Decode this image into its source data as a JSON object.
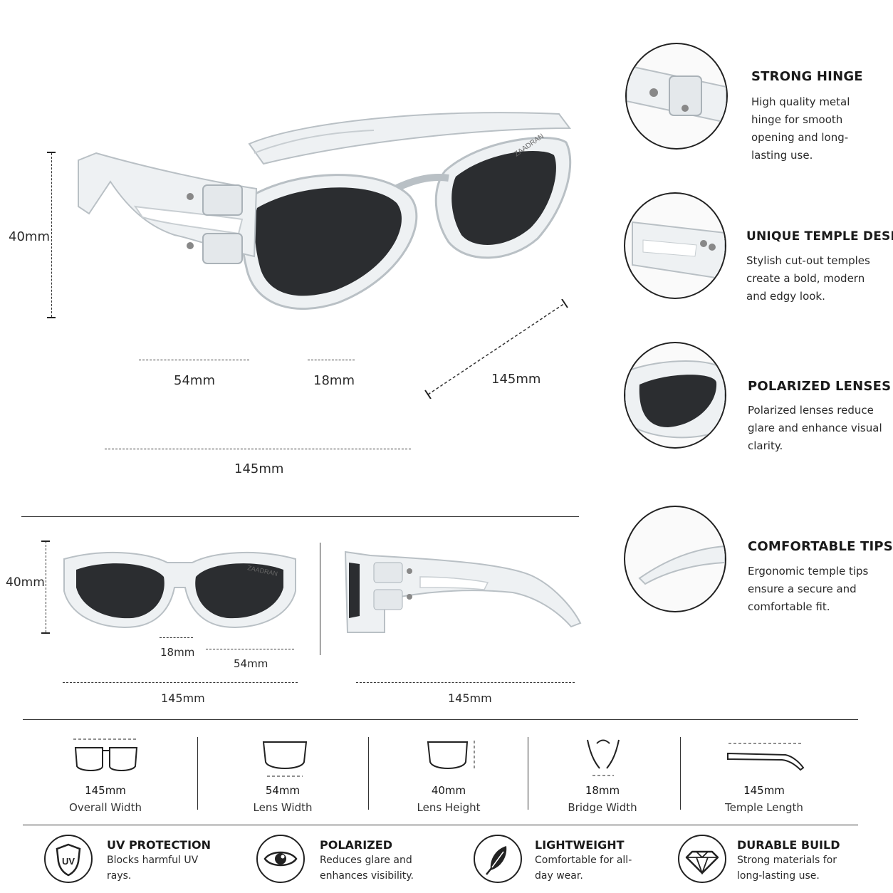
{
  "brand": "ZAADRAN",
  "main_dims": {
    "height": "40mm",
    "lens_width": "54mm",
    "bridge": "18mm",
    "temple": "145mm",
    "overall": "145mm"
  },
  "front_dims": {
    "height": "40mm",
    "bridge": "18mm",
    "lens_width": "54mm",
    "overall": "145mm"
  },
  "side_dims": {
    "length": "145mm"
  },
  "features": [
    {
      "title": "STRONG HINGE",
      "desc": "High quality metal hinge for smooth opening and long-lasting use."
    },
    {
      "title": "UNIQUE TEMPLE DESIGN",
      "desc": "Stylish cut-out temples create a bold, modern and edgy look."
    },
    {
      "title": "POLARIZED LENSES",
      "desc": "Polarized lenses reduce glare and enhance visual clarity."
    },
    {
      "title": "COMFORTABLE TIPS",
      "desc": "Ergonomic temple tips ensure a secure and comfortable fit."
    }
  ],
  "specs": [
    {
      "value": "145mm",
      "label": "Overall Width"
    },
    {
      "value": "54mm",
      "label": "Lens Width"
    },
    {
      "value": "40mm",
      "label": "Lens Height"
    },
    {
      "value": "18mm",
      "label": "Bridge Width"
    },
    {
      "value": "145mm",
      "label": "Temple Length"
    }
  ],
  "benefits": [
    {
      "title": "UV PROTECTION",
      "desc": "Blocks harmful UV rays.",
      "icon_text": "UV"
    },
    {
      "title": "POLARIZED",
      "desc": "Reduces glare and enhances visibility."
    },
    {
      "title": "LIGHTWEIGHT",
      "desc": "Comfortable for all-day wear."
    },
    {
      "title": "DURABLE BUILD",
      "desc": "Strong materials for long-lasting use."
    }
  ],
  "colors": {
    "lens": "#2b2d30",
    "frame": "#e8ecef",
    "text": "#1a1a1a"
  }
}
